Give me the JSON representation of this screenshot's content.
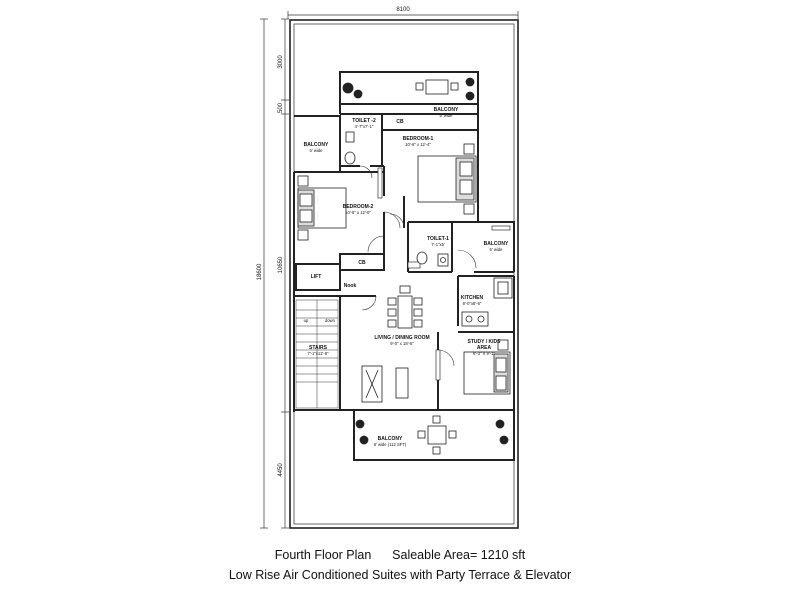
{
  "caption": {
    "floor_plan": "Fourth Floor Plan",
    "saleable_area": "Saleable Area= 1210 sft",
    "subtitle": "Low Rise Air Conditioned Suites with Party Terrace & Elevator"
  },
  "dimensions": {
    "overall_width": "8100",
    "overall_depth": "18600",
    "depth_top": "3000",
    "depth_mid_1": "500",
    "depth_mid_2": "10650",
    "depth_bottom": "4450"
  },
  "rooms": {
    "toilet2": {
      "name": "TOILET -2",
      "size": "4'-7\"x7'-1\""
    },
    "cb1": {
      "name": "CB"
    },
    "balcony_top": {
      "name": "BALCONY",
      "size": "5' wide"
    },
    "balcony_left": {
      "name": "BALCONY",
      "size": "5' wide"
    },
    "bedroom1": {
      "name": "BEDROOM-1",
      "size": "10'-6\" x 12'-4\""
    },
    "bedroom2": {
      "name": "BEDROOM-2",
      "size": "10'-6\" x 12'-0\""
    },
    "toilet1": {
      "name": "TOILET-1",
      "size": "7'-1\"x5'"
    },
    "balcony_right": {
      "name": "BALCONY",
      "size": "5' wide"
    },
    "cb2": {
      "name": "CB"
    },
    "lift": {
      "name": "LIFT"
    },
    "nook": {
      "name": "Nook"
    },
    "kitchen": {
      "name": "KITCHEN",
      "size": "8'-0\"x8'-6\""
    },
    "stairs": {
      "name": "STAIRS",
      "size": "7'-1\"x12'-8\"",
      "up": "up",
      "down": "down"
    },
    "living": {
      "name": "LIVING / DINING ROOM",
      "size": "9'-0\" x 18'-6\""
    },
    "study": {
      "name": "STUDY / KIDS",
      "name2": "AREA",
      "size": "8'-3\" X 9'-1\""
    },
    "balcony_bottom": {
      "name": "BALCONY",
      "size": "6' wide (112 SFT)"
    }
  }
}
